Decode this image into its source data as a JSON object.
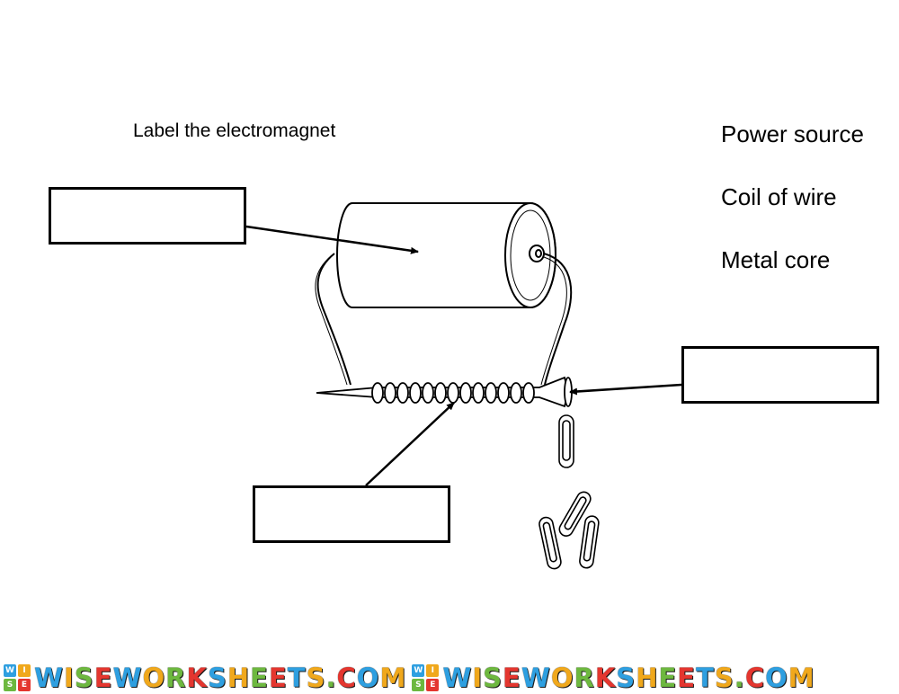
{
  "worksheet": {
    "title": "Label the electromagnet",
    "word_bank": [
      "Power source",
      "Coil of wire",
      "Metal core"
    ],
    "answer_boxes": [
      "",
      "",
      ""
    ]
  },
  "footer": {
    "watermark_text": "WISEWORKSHEETS.COM",
    "logo_letters": [
      "W",
      "I",
      "S",
      "E"
    ],
    "colors": [
      "#2e9fe0",
      "#f0a81c",
      "#6db83f",
      "#e4362f"
    ]
  }
}
